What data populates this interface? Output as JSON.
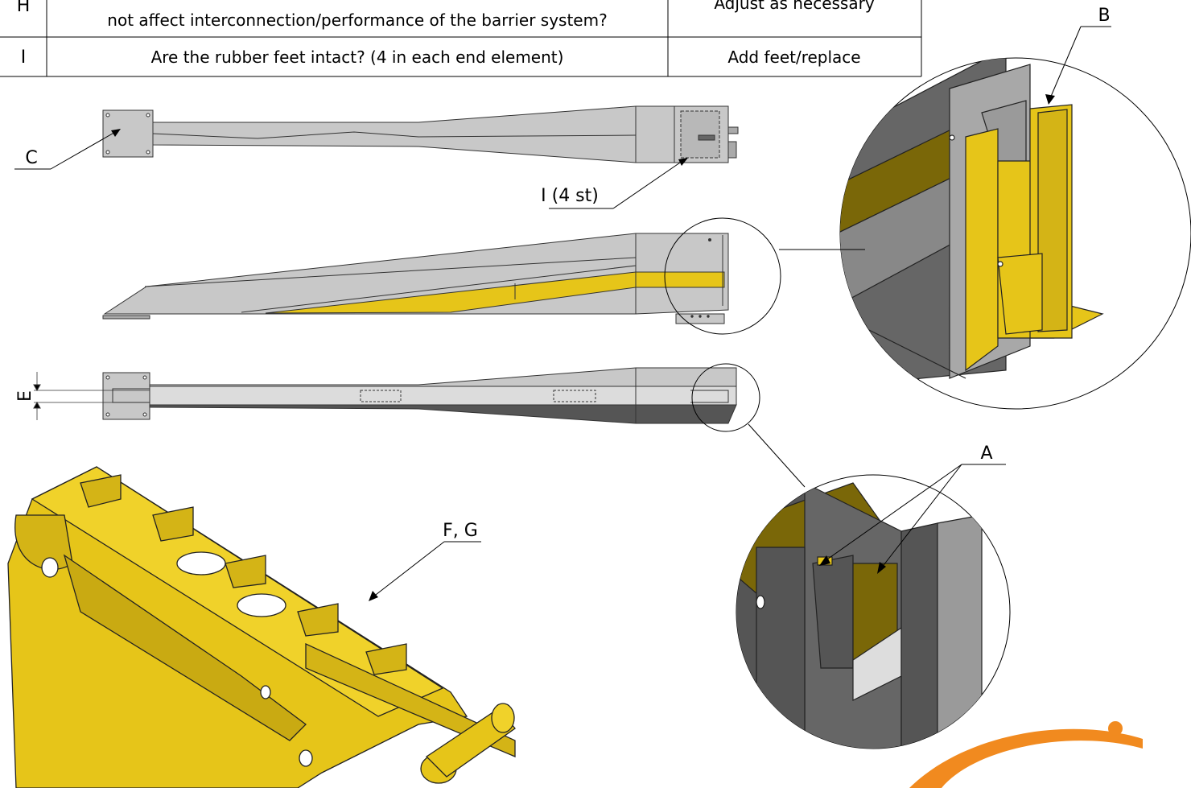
{
  "table": {
    "rows": [
      {
        "id": "H",
        "question": "not affect interconnection/performance of the barrier system?",
        "action": "Adjust as necessary"
      },
      {
        "id": "I",
        "question": "Are the rubber feet intact? (4 in each end element)",
        "action": "Add feet/replace"
      }
    ]
  },
  "callouts": {
    "a": "A",
    "b": "B",
    "c": "C",
    "e": "E",
    "fg": "F, G",
    "i": "I (4 st)"
  },
  "colors": {
    "yellow": "#e6c519",
    "dark_yellow": "#7a6708",
    "light_gray": "#c8c8c8",
    "mid_gray": "#9a9a9a",
    "dark_gray": "#555555",
    "accent_orange": "#f18a1f"
  }
}
